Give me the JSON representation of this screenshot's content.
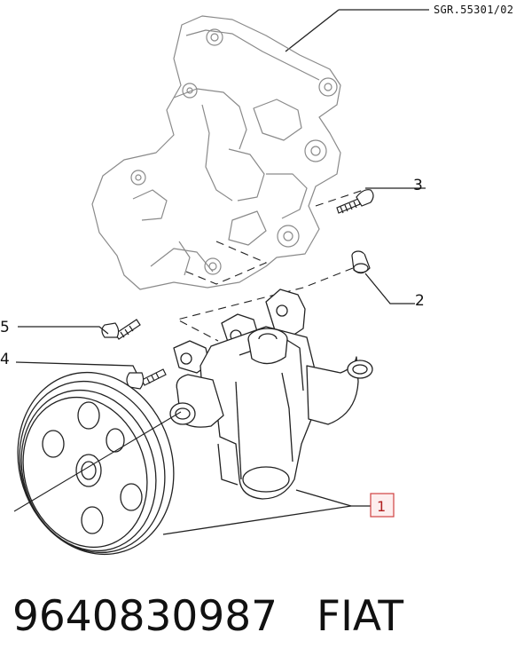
{
  "reference_code": "SGR.55301/02",
  "callouts": {
    "c1": "1",
    "c2": "2",
    "c3": "3",
    "c4": "4",
    "c5": "5"
  },
  "footer": {
    "part_number": "9640830987",
    "brand": "FIAT"
  },
  "colors": {
    "line": "#222222",
    "ghost_line": "#8a8a8a",
    "callout_box": "#d04040"
  }
}
